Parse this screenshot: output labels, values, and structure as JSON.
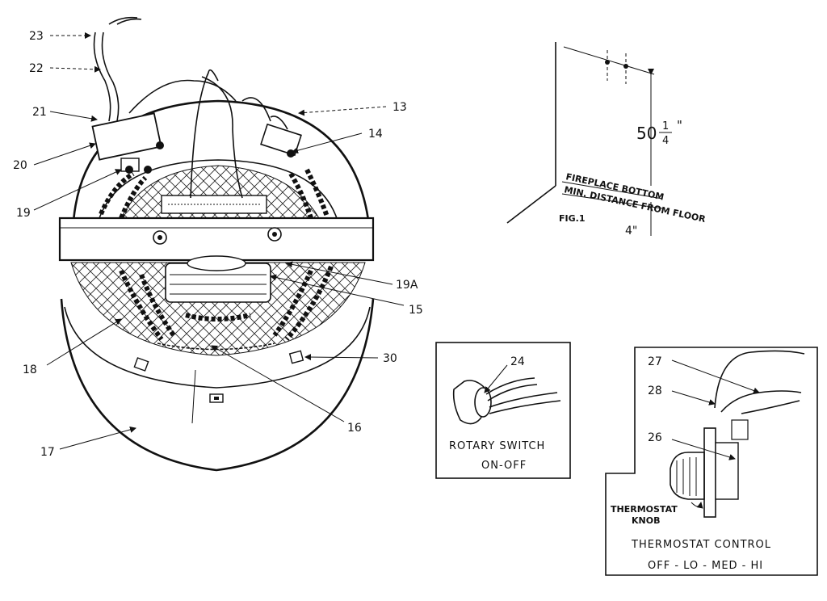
{
  "labels": {
    "p13": "13",
    "p14": "14",
    "p15": "15",
    "p16": "16",
    "p17": "17",
    "p18": "18",
    "p19": "19",
    "p19a": "19A",
    "p20": "20",
    "p21": "21",
    "p22": "22",
    "p23": "23",
    "p24": "24",
    "p26": "26",
    "p27": "27",
    "p28": "28",
    "p30": "30"
  },
  "fig1": {
    "figure": "FIG.1",
    "height_whole": "50",
    "height_num": "1",
    "height_den": "4",
    "inch_mark": "\"",
    "line1": "FIREPLACE BOTTOM",
    "line2": "MIN. DISTANCE FROM FLOOR",
    "floor_gap": "4\""
  },
  "rotary_switch": {
    "title": "ROTARY SWITCH",
    "subtitle": "ON-OFF"
  },
  "thermostat": {
    "knob_label_1": "THERMOSTAT",
    "knob_label_2": "KNOB",
    "title": "THERMOSTAT CONTROL",
    "subtitle": "OFF - LO - MED - HI"
  }
}
